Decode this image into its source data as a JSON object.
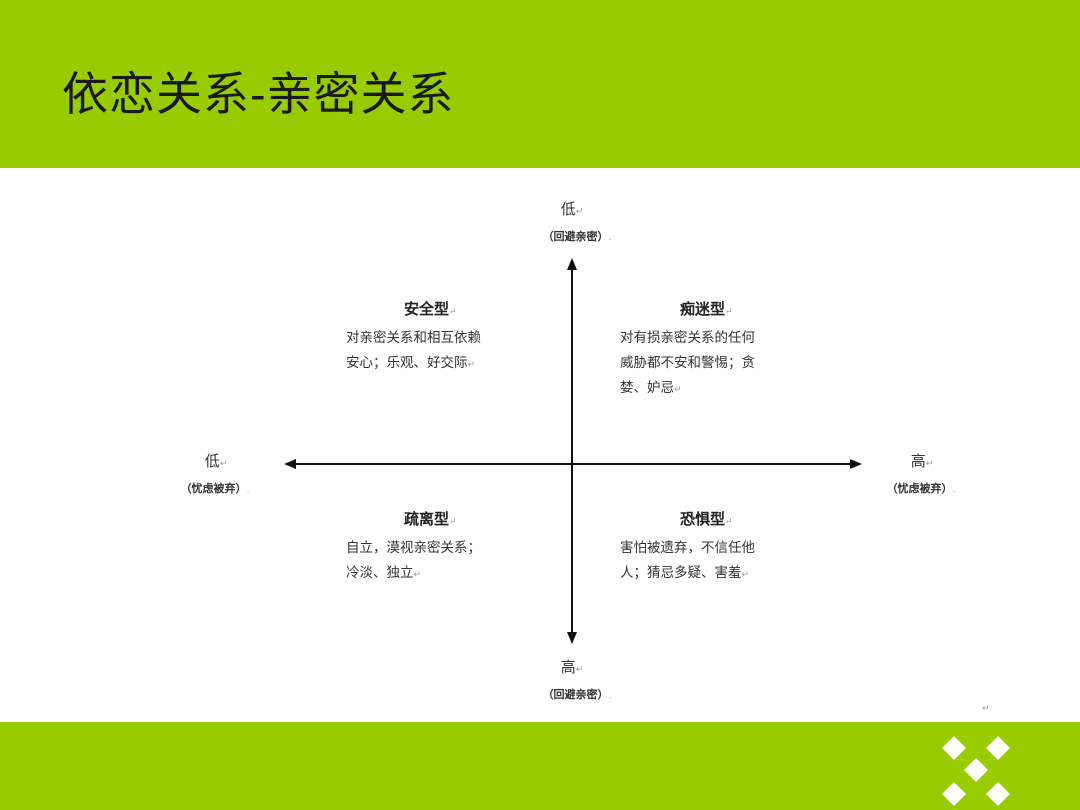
{
  "slide": {
    "title": "依恋关系-亲密关系"
  },
  "diagram": {
    "axes": {
      "top": {
        "label": "低",
        "sub": "（回避亲密）"
      },
      "bottom": {
        "label": "高",
        "sub": "（回避亲密）"
      },
      "left": {
        "label": "低",
        "sub": "（忧虑被弃）"
      },
      "right": {
        "label": "高",
        "sub": "（忧虑被弃）"
      }
    },
    "quadrants": {
      "top_left": {
        "title": "安全型",
        "lines": [
          "对亲密关系和相互依赖",
          "安心；乐观、好交际"
        ]
      },
      "top_right": {
        "title": "痴迷型",
        "lines": [
          "对有损亲密关系的任何",
          "威胁都不安和警惕；贪",
          "婪、妒忌"
        ]
      },
      "bottom_left": {
        "title": "疏离型",
        "lines": [
          "自立，漠视亲密关系；",
          "冷淡、独立"
        ]
      },
      "bottom_right": {
        "title": "恐惧型",
        "lines": [
          "害怕被遗弃，不信任他",
          "人；猜忌多疑、害羞"
        ]
      }
    }
  },
  "colors": {
    "band": "#99cc00",
    "logo": "#ffffff"
  }
}
